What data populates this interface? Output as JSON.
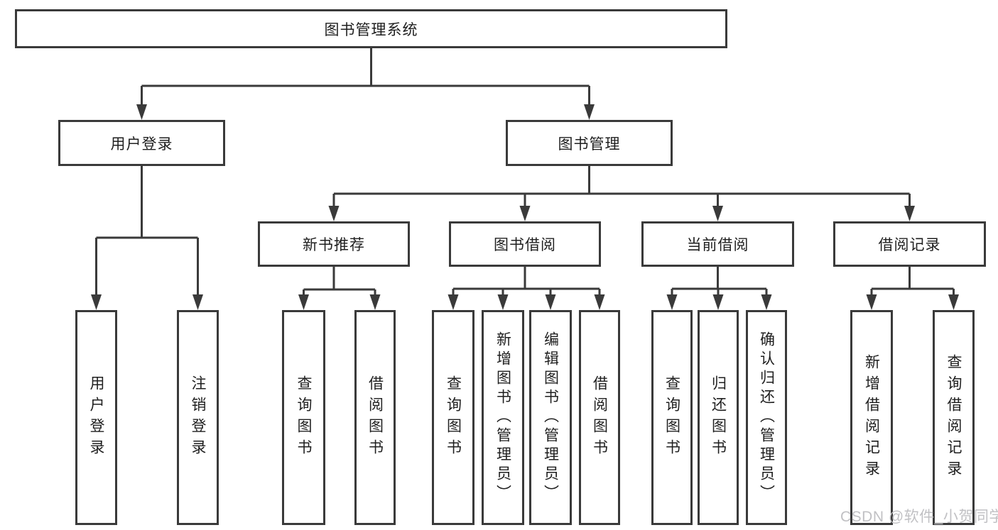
{
  "diagram": {
    "title": "图书管理系统",
    "watermark": "CSDN @软件_小贺同学",
    "colors": {
      "line": "#3a3a3a",
      "border": "#3a3a3a",
      "text": "#1f1f1f",
      "background": "#ffffff",
      "watermark": "#c1c1c4"
    },
    "nodes": {
      "root": "图书管理系统",
      "user_login": "用户登录",
      "book_mgmt": "图书管理",
      "new_book_rec": "新书推荐",
      "book_borrow": "图书借阅",
      "current_borrow": "当前借阅",
      "borrow_records": "借阅记录",
      "leaf_user_login": "用户登录",
      "leaf_logout": "注销登录",
      "leaf_query_book_1": "查询图书",
      "leaf_borrow_book_1": "借阅图书",
      "leaf_query_book_2": "查询图书",
      "leaf_add_book": "新增图书（管理员）",
      "leaf_edit_book": "编辑图书（管理员）",
      "leaf_borrow_book_2": "借阅图书",
      "leaf_query_book_3": "查询图书",
      "leaf_return_book": "归还图书",
      "leaf_confirm_return": "确认归还（管理员）",
      "leaf_add_borrow_record": "新增借阅记录",
      "leaf_query_borrow_record": "查询借阅记录"
    },
    "hierarchy": {
      "图书管理系统": {
        "用户登录": [
          "用户登录",
          "注销登录"
        ],
        "图书管理": {
          "新书推荐": [
            "查询图书",
            "借阅图书"
          ],
          "图书借阅": [
            "查询图书",
            "新增图书（管理员）",
            "编辑图书（管理员）",
            "借阅图书"
          ],
          "当前借阅": [
            "查询图书",
            "归还图书",
            "确认归还（管理员）"
          ],
          "借阅记录": [
            "新增借阅记录",
            "查询借阅记录"
          ]
        }
      }
    }
  }
}
